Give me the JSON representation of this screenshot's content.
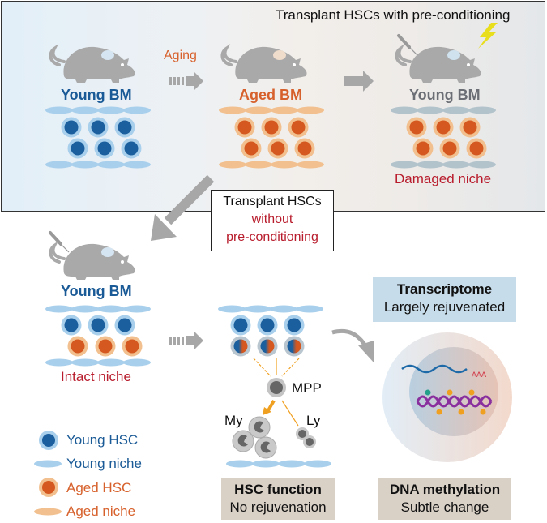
{
  "top_panel": {
    "title": "Transplant HSCs with pre-conditioning",
    "aging_label": "Aging",
    "groups": [
      {
        "label": "Young BM",
        "color": "#1a5a96",
        "niche": "young",
        "hsc": "young"
      },
      {
        "label": "Aged BM",
        "color": "#d7612c",
        "niche": "aged",
        "hsc": "aged"
      },
      {
        "label": "Young BM",
        "color": "#6b6f75",
        "niche": "damaged",
        "hsc": "aged",
        "caption": "Damaged niche"
      }
    ]
  },
  "callout": {
    "line1": "Transplant HSCs",
    "line2": "without",
    "line3": "pre-conditioning"
  },
  "bottom_left": {
    "label": "Young BM",
    "caption": "Intact niche"
  },
  "hierarchy": {
    "mpp_label": "MPP",
    "my_label": "My",
    "ly_label": "Ly"
  },
  "boxes": {
    "hsc_function": {
      "title": "HSC function",
      "subtitle": "No rejuvenation"
    },
    "transcriptome": {
      "title": "Transcriptome",
      "subtitle": "Largely rejuvenated"
    },
    "dna_methylation": {
      "title": "DNA methylation",
      "subtitle": "Subtle change"
    }
  },
  "nucleus": {
    "polyA_label": "AAA"
  },
  "legend": [
    {
      "label": "Young HSC",
      "color": "#1a5a96",
      "icon": "young-hsc-icon"
    },
    {
      "label": "Young niche",
      "color": "#1a5a96",
      "icon": "young-niche-icon"
    },
    {
      "label": "Aged HSC",
      "color": "#d7612c",
      "icon": "aged-hsc-icon"
    },
    {
      "label": "Aged niche",
      "color": "#d7612c",
      "icon": "aged-niche-icon"
    }
  ],
  "colors": {
    "young_core": "#1b5f9e",
    "young_halo": "#a8cfec",
    "aged_core": "#d4581f",
    "aged_halo": "#f2c08e",
    "damaged_niche": "#b3c3cc",
    "mouse": "#a9a9a9",
    "arrow": "#a7a7a7",
    "red_text": "#b81c2c"
  }
}
